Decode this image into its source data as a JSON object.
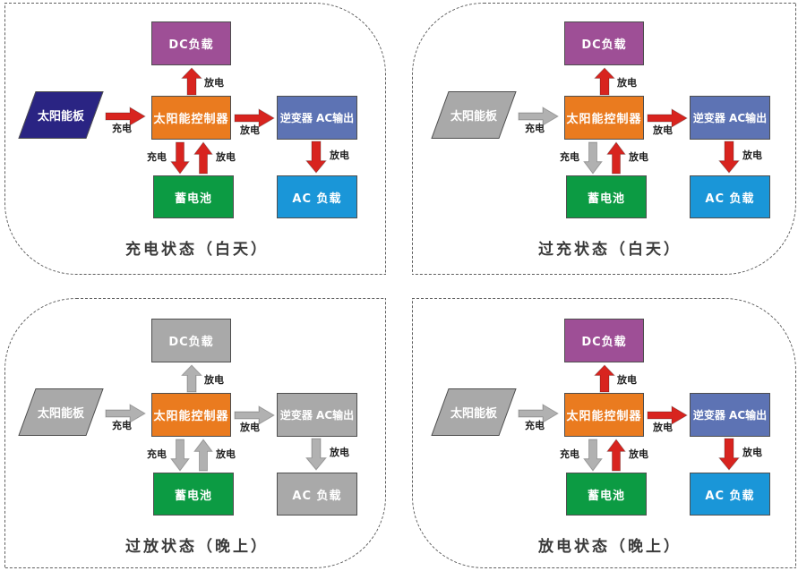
{
  "page": {
    "background": "#ffffff",
    "border_style": "dashed",
    "border_color": "#5f5f5f"
  },
  "labels": {
    "solar_panel": "太阳能板",
    "dc_load": "DC负载",
    "controller": "太阳能控制器",
    "inverter": "逆变器 AC输出",
    "battery": "蓄电池",
    "ac_load": "AC 负载",
    "charge": "充电",
    "discharge": "放电"
  },
  "colors": {
    "active_arrow_red": "#d8241f",
    "inactive_arrow_gray": "#b1b1b1",
    "solar_navy": "#2a2483",
    "controller_orange": "#ea7b1f",
    "dc_purple": "#9e4f96",
    "inverter_slate_blue": "#5d73b4",
    "battery_green": "#0c9b43",
    "ac_azure": "#1a96d8",
    "inactive_box_gray": "#a9a9a9",
    "caption_text": "#3a3a3a"
  },
  "panels": [
    {
      "state": "charging-day",
      "caption": "充电状态（白天）",
      "fills": {
        "solar": "#2a2483",
        "dc": "#9e4f96",
        "controller": "#ea7b1f",
        "inverter": "#5d73b4",
        "battery": "#0c9b43",
        "ac": "#1a96d8",
        "arrow_solar": "#d8241f",
        "arrow_dc": "#d8241f",
        "arrow_inverter": "#d8241f",
        "arrow_charge": "#d8241f",
        "arrow_discharge": "#d8241f",
        "arrow_ac": "#d8241f"
      }
    },
    {
      "state": "overcharge-day",
      "caption": "过充状态（白天）",
      "fills": {
        "solar": "#a9a9a9",
        "dc": "#9e4f96",
        "controller": "#ea7b1f",
        "inverter": "#5d73b4",
        "battery": "#0c9b43",
        "ac": "#1a96d8",
        "arrow_solar": "#b1b1b1",
        "arrow_dc": "#d8241f",
        "arrow_inverter": "#d8241f",
        "arrow_charge": "#b1b1b1",
        "arrow_discharge": "#d8241f",
        "arrow_ac": "#d8241f"
      }
    },
    {
      "state": "overdischarge-night",
      "caption": "过放状态（晚上）",
      "fills": {
        "solar": "#a9a9a9",
        "dc": "#a9a9a9",
        "controller": "#ea7b1f",
        "inverter": "#a9a9a9",
        "battery": "#0c9b43",
        "ac": "#a9a9a9",
        "arrow_solar": "#b1b1b1",
        "arrow_dc": "#b1b1b1",
        "arrow_inverter": "#b1b1b1",
        "arrow_charge": "#b1b1b1",
        "arrow_discharge": "#b1b1b1",
        "arrow_ac": "#b1b1b1"
      }
    },
    {
      "state": "discharge-night",
      "caption": "放电状态（晚上）",
      "fills": {
        "solar": "#a9a9a9",
        "dc": "#9e4f96",
        "controller": "#ea7b1f",
        "inverter": "#5d73b4",
        "battery": "#0c9b43",
        "ac": "#1a96d8",
        "arrow_solar": "#b1b1b1",
        "arrow_dc": "#d8241f",
        "arrow_inverter": "#d8241f",
        "arrow_charge": "#b1b1b1",
        "arrow_discharge": "#d8241f",
        "arrow_ac": "#d8241f"
      }
    }
  ]
}
